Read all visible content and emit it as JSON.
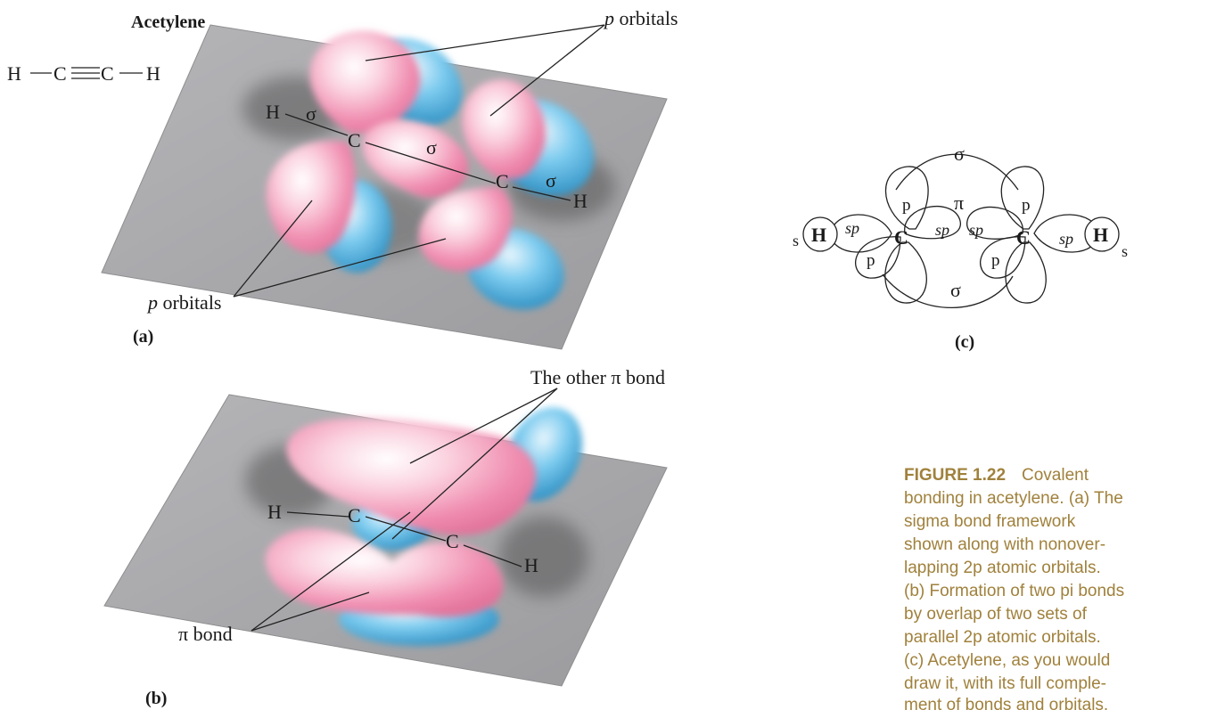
{
  "panel_a": {
    "title": "Acetylene",
    "formula": {
      "h1": "H",
      "c1": "C",
      "c2": "C",
      "h2": "H"
    },
    "p_orbitals_top": "p",
    "p_orbitals_top_suffix": " orbitals",
    "p_orbitals_bottom": "p",
    "p_orbitals_bottom_suffix": " orbitals",
    "atom_h_left": "H",
    "atom_c_left": "C",
    "atom_c_right": "C",
    "atom_h_right": "H",
    "sigma_hc_left": "σ",
    "sigma_cc": "σ",
    "sigma_ch_right": "σ",
    "label": "(a)"
  },
  "panel_b": {
    "other_pi_bond": "The other π bond",
    "pi_bond": "π bond",
    "atom_h_left": "H",
    "atom_c_left": "C",
    "atom_c_right": "C",
    "atom_h_right": "H",
    "label": "(b)"
  },
  "panel_c": {
    "sigma_top": "σ",
    "sigma_bottom": "σ",
    "pi": "π",
    "p_upper_left": "p",
    "p_upper_right": "p",
    "p_lower_left": "p",
    "p_lower_right": "p",
    "h_left": "H",
    "h_right": "H",
    "c_left": "C",
    "c_right": "C",
    "sp_1": "sp",
    "sp_2": "sp",
    "sp_3": "sp",
    "sp_4": "sp",
    "s_left": "s",
    "s_right": "s",
    "label": "(c)"
  },
  "caption": {
    "figure_number": "FIGURE 1.22",
    "lines": [
      "Covalent",
      "bonding in acetylene. (a) The",
      "sigma bond framework",
      "shown along with nonover-",
      "lapping 2p atomic orbitals.",
      "(b) Formation of two pi bonds",
      "by overlap of two sets of",
      "parallel 2p atomic orbitals.",
      "(c) Acetylene, as you would",
      "draw it, with its full comple-",
      "ment of bonds and orbitals."
    ]
  },
  "colors": {
    "plane": "#a7a7aa",
    "pink_lobe": "#f3a5bd",
    "blue_lobe": "#57b6e3",
    "caption": "#a0813c"
  }
}
